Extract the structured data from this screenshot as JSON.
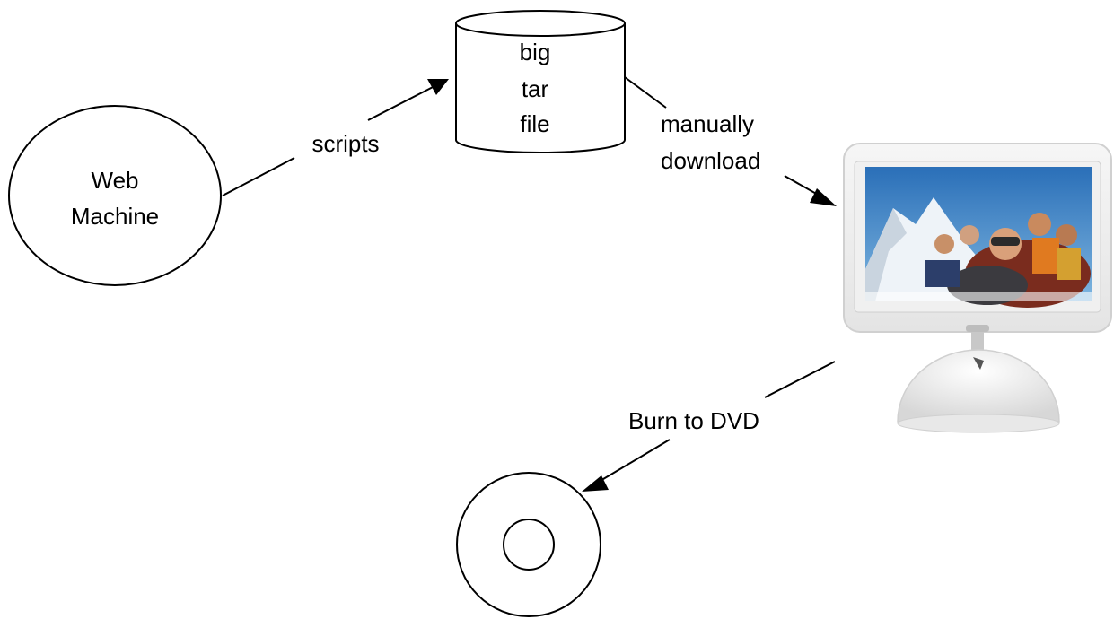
{
  "nodes": {
    "web_machine": {
      "line1": "Web",
      "line2": "Machine"
    },
    "tar_file": {
      "line1": "big",
      "line2": "tar",
      "line3": "file"
    },
    "imac": {
      "icon": "imac-computer-icon"
    },
    "dvd": {
      "icon": "dvd-disc-icon"
    }
  },
  "edges": {
    "scripts": "scripts",
    "download": {
      "line1": "manually",
      "line2": "download"
    },
    "burn": "Burn to DVD"
  }
}
